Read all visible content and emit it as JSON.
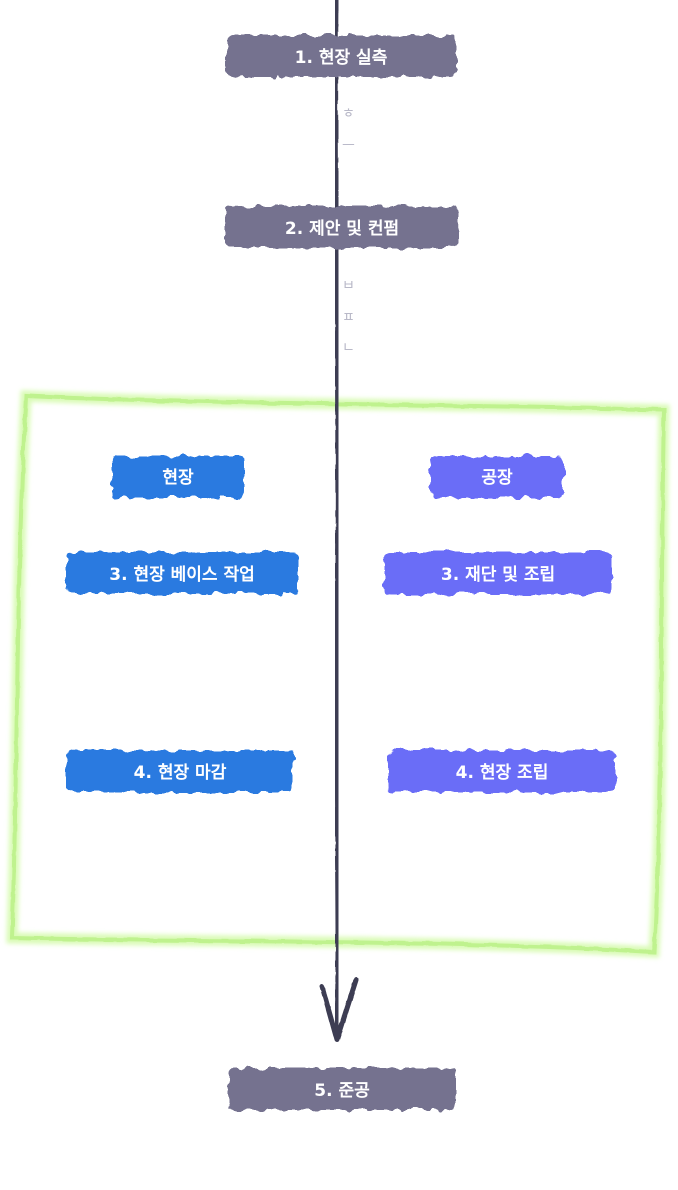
{
  "steps": {
    "step1": "1. 현장 실측",
    "step2": "2. 제안 및 컨펌",
    "step5": "5. 준공"
  },
  "site_column": {
    "header": "현장",
    "step3": "3. 현장 베이스 작업",
    "step4": "4. 현장 마감"
  },
  "factory_column": {
    "header": "공장",
    "step3": "3. 재단 및 조립",
    "step4": "4. 현장 조립"
  },
  "colors": {
    "main_step": "#74728f",
    "site": "#2a7ae0",
    "factory": "#6a6df7",
    "frame": "#c8f59a",
    "arrow": "#3d3d52"
  }
}
